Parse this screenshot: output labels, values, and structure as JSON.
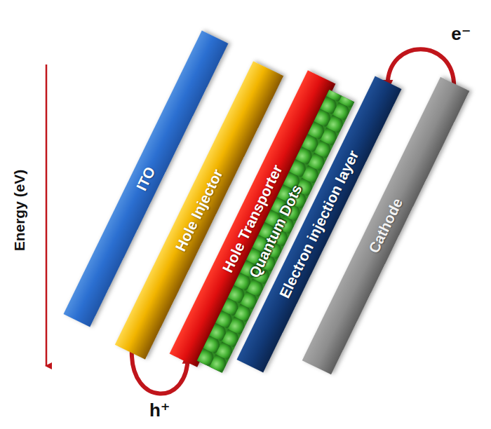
{
  "diagram": {
    "nodes": [
      {
        "text": [
          "ITO"
        ]
      },
      {
        "text": [
          "Hole Injector"
        ]
      },
      {
        "text": [
          "Hole Transporter"
        ]
      },
      {
        "text": [
          "Quantum Dots"
        ]
      },
      {
        "text": [
          "Electron injection layer"
        ]
      },
      {
        "text": [
          "Cathode"
        ]
      }
    ],
    "edges": [
      {
        "from": 5,
        "to": 4,
        "arrow": "to",
        "label": "e⁻"
      },
      {
        "from": 1,
        "to": 2,
        "arrow": "to",
        "label": "h⁺"
      }
    ],
    "labels": [
      "Energy (eV)"
    ]
  }
}
